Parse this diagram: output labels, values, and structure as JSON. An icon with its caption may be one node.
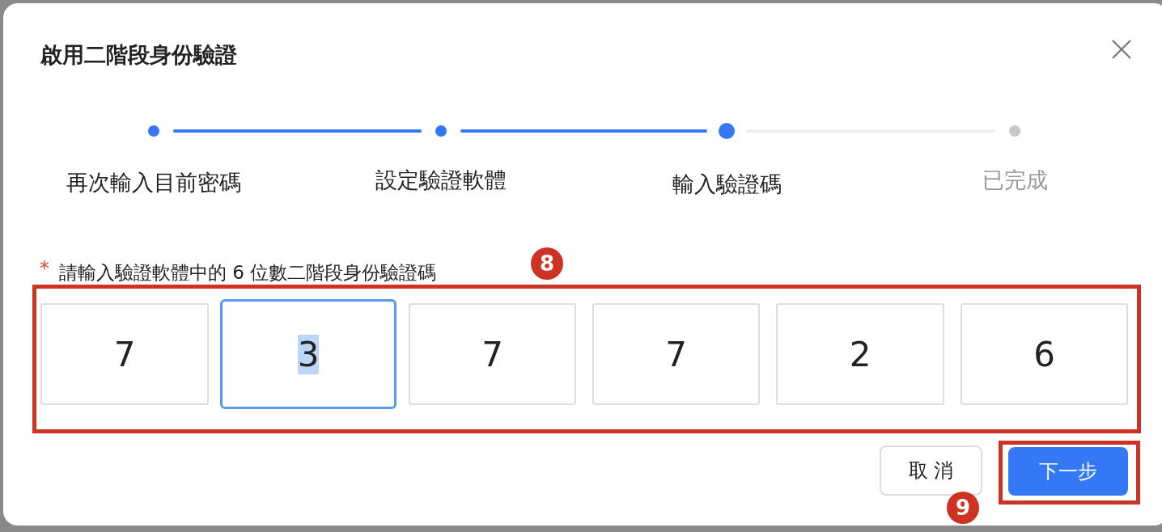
{
  "diagram": {
    "title": "啟用二階段身份驗證",
    "labels": [
      "再次輸入目前密碼",
      "設定驗證軟體",
      "輸入驗證碼",
      "已完成",
      "*",
      "請輸入驗證軟體中的 6 位數二階段身份驗證碼",
      "8",
      "7",
      "3",
      "7",
      "7",
      "2",
      "6",
      "取 消",
      "下一步",
      "9"
    ]
  }
}
